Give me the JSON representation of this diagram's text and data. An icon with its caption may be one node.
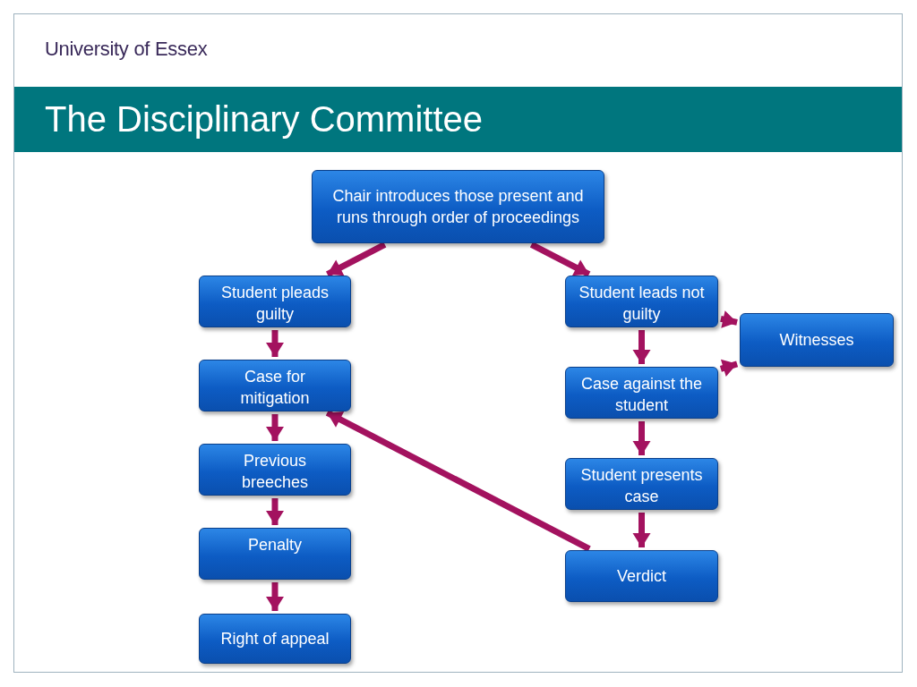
{
  "diagram": {
    "title": "The Disciplinary Committee",
    "nodes": [
      {
        "text": [
          "Chair introduces those present and runs through order of proceedings"
        ]
      },
      {
        "text": [
          "Student pleads guilty"
        ]
      },
      {
        "text": [
          "Student leads not guilty"
        ]
      },
      {
        "text": [
          "Witnesses"
        ]
      },
      {
        "text": [
          "Case for mitigation"
        ]
      },
      {
        "text": [
          "Case against the student"
        ]
      },
      {
        "text": [
          "Previous breeches"
        ]
      },
      {
        "text": [
          "Student presents case"
        ]
      },
      {
        "text": [
          "Penalty"
        ]
      },
      {
        "text": [
          "Verdict"
        ]
      },
      {
        "text": [
          "Right of appeal"
        ]
      }
    ],
    "edges": [
      {
        "from": 0,
        "to": 1,
        "arrow": "to"
      },
      {
        "from": 0,
        "to": 2,
        "arrow": "to"
      },
      {
        "from": 1,
        "to": 4,
        "arrow": "to"
      },
      {
        "from": 4,
        "to": 6,
        "arrow": "to"
      },
      {
        "from": 6,
        "to": 8,
        "arrow": "to"
      },
      {
        "from": 8,
        "to": 10,
        "arrow": "to"
      },
      {
        "from": 2,
        "to": 3,
        "arrow": "to"
      },
      {
        "from": 2,
        "to": 5,
        "arrow": "to"
      },
      {
        "from": 5,
        "to": 3,
        "arrow": "to"
      },
      {
        "from": 5,
        "to": 7,
        "arrow": "to"
      },
      {
        "from": 7,
        "to": 9,
        "arrow": "to"
      },
      {
        "from": 9,
        "to": 4,
        "arrow": "to"
      }
    ],
    "labels": [
      "University of Essex"
    ]
  }
}
